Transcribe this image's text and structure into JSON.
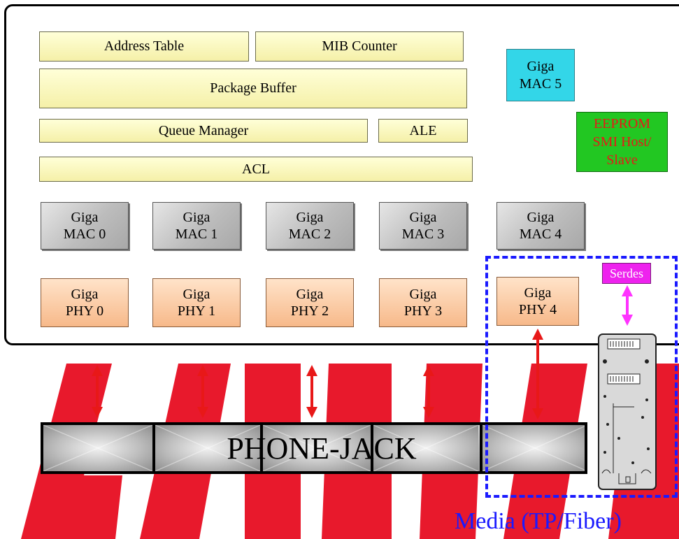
{
  "blocks": {
    "address_table": "Address Table",
    "mib_counter": "MIB Counter",
    "package_buffer": "Package Buffer",
    "queue_manager": "Queue Manager",
    "ale": "ALE",
    "acl": "ACL"
  },
  "mac5": {
    "line1": "Giga",
    "line2": "MAC 5"
  },
  "eeprom": {
    "line1": "EEPROM",
    "line2": "SMI Host/",
    "line3": "Slave"
  },
  "macs": [
    {
      "line1": "Giga",
      "line2": "MAC 0"
    },
    {
      "line1": "Giga",
      "line2": "MAC 1"
    },
    {
      "line1": "Giga",
      "line2": "MAC 2"
    },
    {
      "line1": "Giga",
      "line2": "MAC 3"
    },
    {
      "line1": "Giga",
      "line2": "MAC 4"
    }
  ],
  "phys": [
    {
      "line1": "Giga",
      "line2": "PHY 0"
    },
    {
      "line1": "Giga",
      "line2": "PHY 1"
    },
    {
      "line1": "Giga",
      "line2": "PHY 2"
    },
    {
      "line1": "Giga",
      "line2": "PHY 3"
    },
    {
      "line1": "Giga",
      "line2": "PHY 4"
    }
  ],
  "serdes": "Serdes",
  "phone_jack": "PHONE-JACK",
  "media_label": "Media (TP/Fiber)",
  "colors": {
    "arrow": "#e81818",
    "serdes_arrow": "#ff33ff",
    "dashed_box": "#1a1aff",
    "media_text": "#1a1aff",
    "eeprom_text": "#e81818",
    "eeprom_bg": "#22c722",
    "mac5_bg": "#33d6e8",
    "watermark": "#e8192c"
  }
}
